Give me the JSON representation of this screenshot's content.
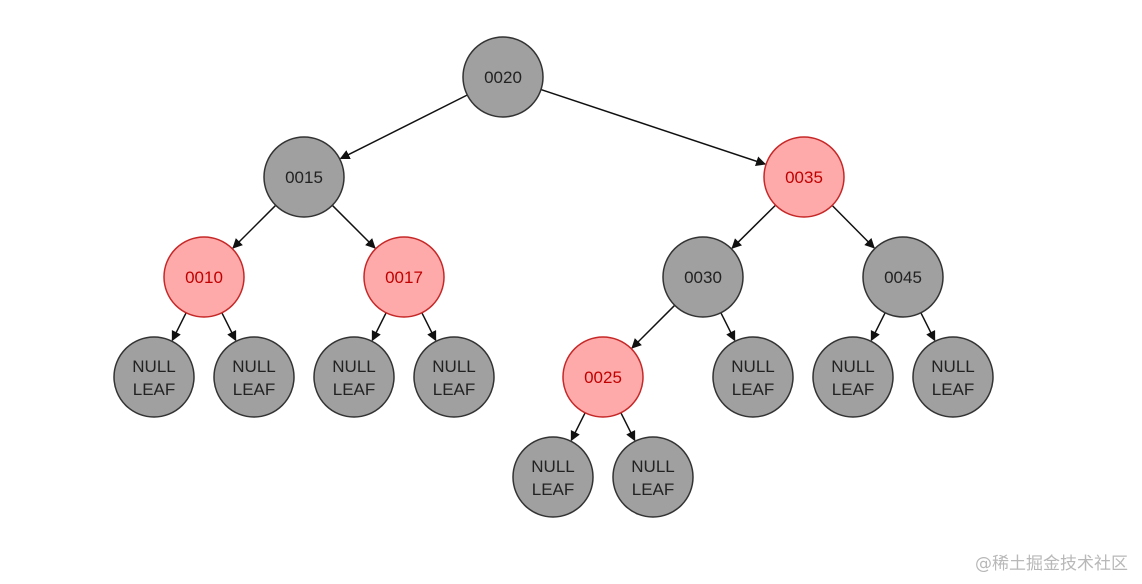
{
  "colors": {
    "black_fill": "#a0a0a0",
    "black_stroke": "#333333",
    "black_text": "#222222",
    "red_fill": "#ffaaaa",
    "red_stroke": "#c62828",
    "red_text": "#c00000",
    "edge": "#111111"
  },
  "tree": {
    "nodes": [
      {
        "id": "n20",
        "label": "0020",
        "color": "black"
      },
      {
        "id": "n15",
        "label": "0015",
        "color": "black"
      },
      {
        "id": "n35",
        "label": "0035",
        "color": "red"
      },
      {
        "id": "n10",
        "label": "0010",
        "color": "red"
      },
      {
        "id": "n17",
        "label": "0017",
        "color": "red"
      },
      {
        "id": "n30",
        "label": "0030",
        "color": "black"
      },
      {
        "id": "n45",
        "label": "0045",
        "color": "black"
      },
      {
        "id": "n25",
        "label": "0025",
        "color": "red"
      },
      {
        "id": "l1",
        "label": [
          "NULL",
          "LEAF"
        ],
        "color": "black"
      },
      {
        "id": "l2",
        "label": [
          "NULL",
          "LEAF"
        ],
        "color": "black"
      },
      {
        "id": "l3",
        "label": [
          "NULL",
          "LEAF"
        ],
        "color": "black"
      },
      {
        "id": "l4",
        "label": [
          "NULL",
          "LEAF"
        ],
        "color": "black"
      },
      {
        "id": "l5",
        "label": [
          "NULL",
          "LEAF"
        ],
        "color": "black"
      },
      {
        "id": "l6",
        "label": [
          "NULL",
          "LEAF"
        ],
        "color": "black"
      },
      {
        "id": "l7",
        "label": [
          "NULL",
          "LEAF"
        ],
        "color": "black"
      },
      {
        "id": "l8",
        "label": [
          "NULL",
          "LEAF"
        ],
        "color": "black"
      },
      {
        "id": "l9",
        "label": [
          "NULL",
          "LEAF"
        ],
        "color": "black"
      }
    ],
    "edges": [
      [
        "n20",
        "n15"
      ],
      [
        "n20",
        "n35"
      ],
      [
        "n15",
        "n10"
      ],
      [
        "n15",
        "n17"
      ],
      [
        "n35",
        "n30"
      ],
      [
        "n35",
        "n45"
      ],
      [
        "n10",
        "l1"
      ],
      [
        "n10",
        "l2"
      ],
      [
        "n17",
        "l3"
      ],
      [
        "n17",
        "l4"
      ],
      [
        "n30",
        "n25"
      ],
      [
        "n30",
        "l5"
      ],
      [
        "n45",
        "l6"
      ],
      [
        "n45",
        "l7"
      ],
      [
        "n25",
        "l8"
      ],
      [
        "n25",
        "l9"
      ]
    ]
  },
  "watermark": "@稀土掘金技术社区"
}
